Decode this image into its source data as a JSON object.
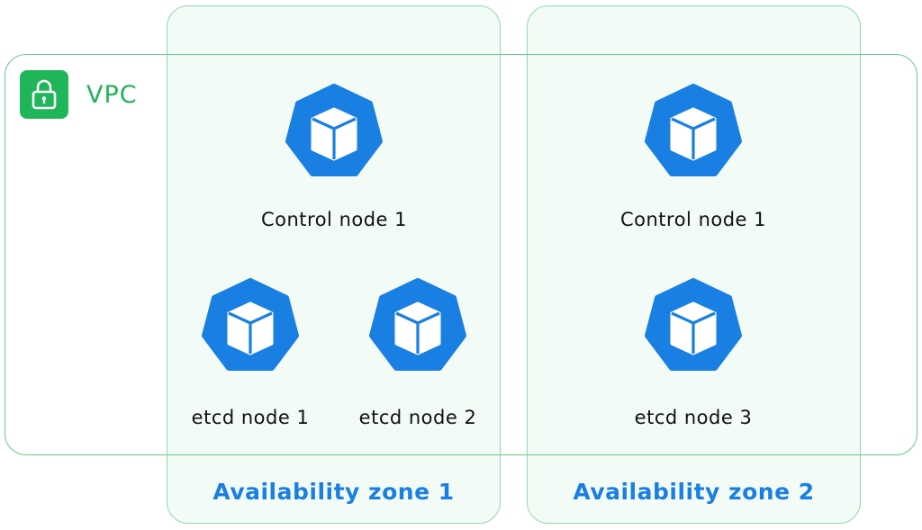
{
  "vpc": {
    "label": "VPC",
    "icon": "lock-icon",
    "color": "#21b559"
  },
  "zones": [
    {
      "label": "Availability zone 1",
      "nodes": [
        {
          "label": "Control node 1",
          "icon": "kubernetes-node-icon"
        },
        {
          "label": "etcd node 1",
          "icon": "kubernetes-node-icon"
        },
        {
          "label": "etcd node 2",
          "icon": "kubernetes-node-icon"
        }
      ]
    },
    {
      "label": "Availability zone 2",
      "nodes": [
        {
          "label": "Control node 1",
          "icon": "kubernetes-node-icon"
        },
        {
          "label": "etcd node 3",
          "icon": "kubernetes-node-icon"
        }
      ]
    }
  ],
  "colors": {
    "node_blue": "#1a7fe3",
    "zone_label": "#1a7fe3",
    "vpc_green": "#22b35a"
  }
}
